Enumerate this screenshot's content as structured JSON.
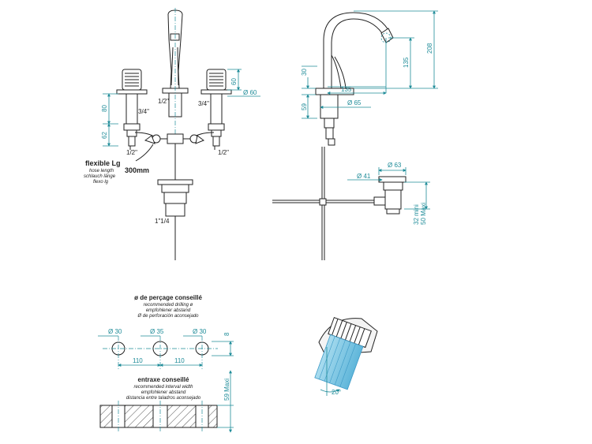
{
  "front_view": {
    "dim_80": "80",
    "dim_62": "62",
    "dim_60_vertical": "60",
    "dim_diam_60": "Ø 60",
    "thread_34_left": "3/4\"",
    "thread_34_right": "3/4\"",
    "thread_12_spout": "1/2\"",
    "thread_12_left": "1/2\"",
    "thread_12_right": "1/2\"",
    "thread_drain": "1\"1/4",
    "hose_title": "flexible Lg",
    "hose_en": "hose length",
    "hose_de": "schlauch länge",
    "hose_es": "flexo lg",
    "hose_length": "300mm"
  },
  "side_view": {
    "dim_208": "208",
    "dim_135_vertical": "135",
    "dim_135_horizontal": "135",
    "dim_30": "30",
    "dim_59": "59",
    "dim_diam_65": "Ø 65",
    "dim_diam_63": "Ø 63",
    "dim_diam_41": "Ø 41",
    "drain_range": "32 mini\n50 Maxi"
  },
  "drilling": {
    "title": "ø de perçage conseillé",
    "en": "recommended drilling ø",
    "de": "empfohlener abstand",
    "es": "Ø de perforación aconsejado",
    "hole_left": "Ø 30",
    "hole_center": "Ø 35",
    "hole_right": "Ø 30",
    "interval_left": "110",
    "interval_right": "110",
    "dim_8": "8",
    "interval_title": "entraxe conseillé",
    "interval_en": "recommended interval width",
    "interval_de": "empfohlener abstand",
    "interval_es": "distancia entre taladros aconsejado",
    "thickness": "59 Maxi"
  },
  "aerator": {
    "angle": "20°"
  },
  "colors": {
    "dimension": "#1f8c99",
    "outline": "#222222",
    "water": "#7ec8e3"
  }
}
